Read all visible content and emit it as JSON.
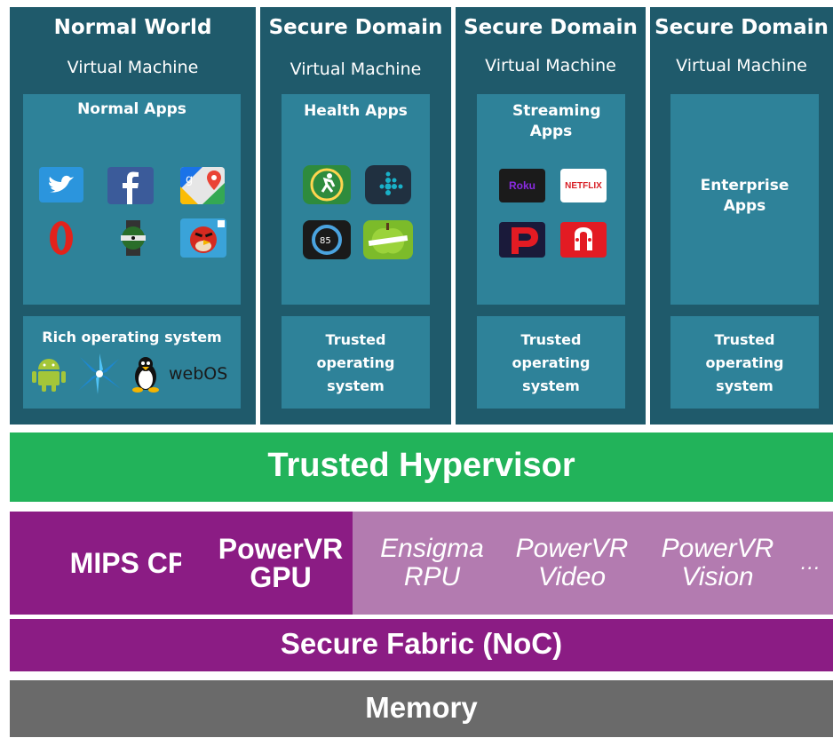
{
  "vms": [
    {
      "title": "Normal World",
      "subtitle": "Virtual Machine",
      "apps_title": "Normal Apps",
      "os_label": "Rich operating system",
      "app_icons": [
        "twitter-icon",
        "facebook-icon",
        "google-maps-icon",
        "opera-icon",
        "watch-face-icon",
        "angry-birds-icon"
      ],
      "os_icons": [
        "android-icon",
        "tizen-icon",
        "linux-tux-icon"
      ],
      "webos_label": "webOS"
    },
    {
      "title": "Secure Domain",
      "subtitle": "Virtual Machine",
      "apps_title": "Health Apps",
      "os_label": "Trusted operating system",
      "app_icons": [
        "running-app-icon",
        "fitbit-icon",
        "heart-rate-icon",
        "apple-measure-icon"
      ]
    },
    {
      "title": "Secure Domain",
      "subtitle": "Virtual Machine",
      "apps_title": "Streaming Apps",
      "os_label": "Trusted operating system",
      "app_icons": [
        "roku-icon",
        "netflix-icon",
        "pandora-icon",
        "red-media-app-icon"
      ],
      "roku_label": "Roku",
      "netflix_label": "NETFLIX"
    },
    {
      "title": "Secure Domain",
      "subtitle": "Virtual Machine",
      "apps_title": "Enterprise Apps",
      "os_label": "Trusted operating system"
    }
  ],
  "hypervisor": "Trusted Hypervisor",
  "hardware": [
    {
      "label": "MIPS CPU",
      "style": "solid"
    },
    {
      "label": "PowerVR GPU",
      "style": "solid"
    },
    {
      "label": "Ensigma RPU",
      "style": "light"
    },
    {
      "label": "PowerVR Video",
      "style": "light"
    },
    {
      "label": "PowerVR Vision",
      "style": "light"
    },
    {
      "label": "…",
      "style": "light"
    }
  ],
  "fabric": "Secure Fabric (NoC)",
  "memory": "Memory",
  "colors": {
    "vm_bg": "#1f5a6b",
    "panel_bg": "#2e8299",
    "hypervisor": "#22b35a",
    "hw_solid": "#8b1c84",
    "hw_light": "#b37bb0",
    "memory": "#6a6a6a"
  }
}
